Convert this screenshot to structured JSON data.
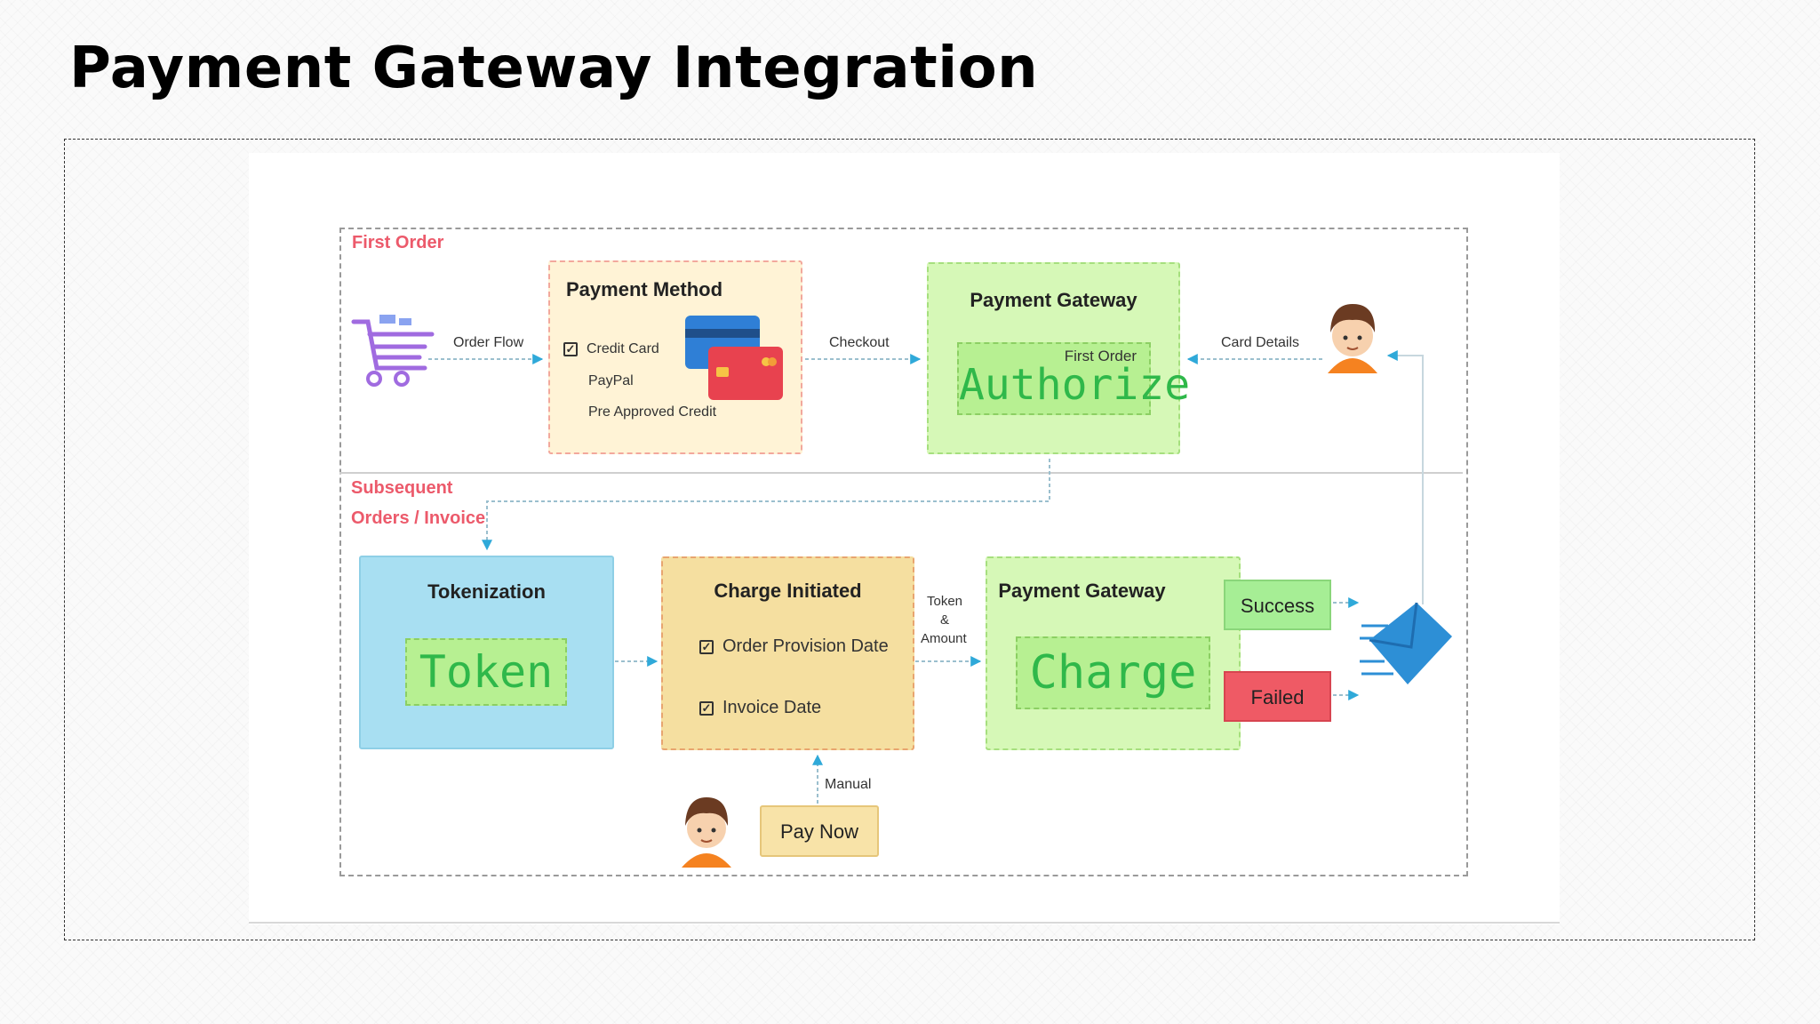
{
  "slide": {
    "title": "Payment Gateway Integration"
  },
  "diagram": {
    "sections": {
      "first_order": "First Order",
      "subsequent_line1": "Subsequent",
      "subsequent_line2": "Orders / Invoice"
    },
    "payment_method": {
      "title": "Payment Method",
      "options": [
        "Credit Card",
        "PayPal",
        "Pre Approved Credit"
      ]
    },
    "gateway_authorize": {
      "title": "Payment Gateway",
      "caption": "First Order",
      "action": "Authorize"
    },
    "tokenization": {
      "title": "Tokenization",
      "action": "Token"
    },
    "charge_initiated": {
      "title": "Charge Initiated",
      "items": [
        "Order Provision Date",
        "Invoice Date"
      ]
    },
    "gateway_charge": {
      "title": "Payment Gateway",
      "action": "Charge"
    },
    "results": {
      "success": "Success",
      "failed": "Failed"
    },
    "pay_now": "Pay Now",
    "flow_labels": {
      "order_flow": "Order Flow",
      "checkout": "Checkout",
      "card_details": "Card Details",
      "token_amount_1": "Token",
      "token_amount_2": "&",
      "token_amount_3": "Amount",
      "manual": "Manual"
    },
    "icons": [
      "shopping-cart-icon",
      "credit-cards-icon",
      "customer-avatar-icon",
      "email-icon"
    ],
    "colors": {
      "accent_red": "#ec5a6b",
      "arrow": "#2fa9d9",
      "green": "#2fb84a"
    }
  }
}
